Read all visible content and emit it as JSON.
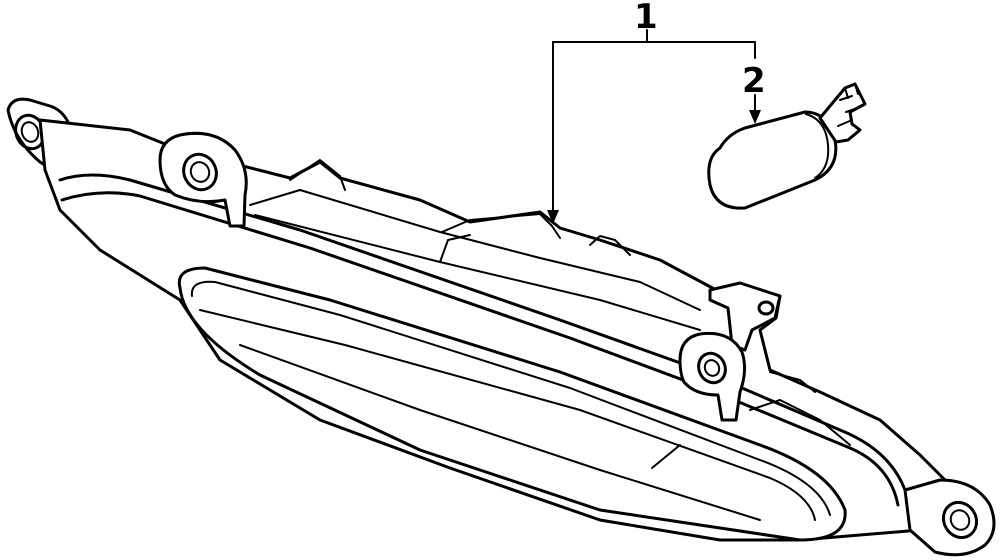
{
  "callouts": [
    {
      "id": "1",
      "label": "1"
    },
    {
      "id": "2",
      "label": "2"
    }
  ],
  "line_color": "#000000",
  "background_color": "#ffffff"
}
